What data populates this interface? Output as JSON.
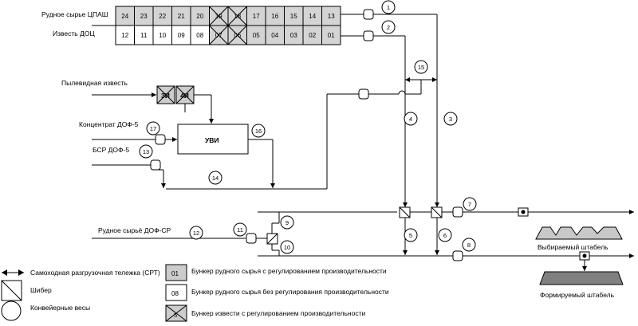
{
  "sources": {
    "ore_cpash": "Рудное сырье ЦПАШ",
    "lime_doc": "Известь ДОЦ",
    "dust_lime": "Пылевидная известь",
    "concentrate": "Концентрат ДОФ-5",
    "bsr": "БСР ДОФ-5",
    "ore_dof_sr": "Рудное сырьё ДОФ-СР"
  },
  "bunkers": {
    "top_row": [
      "24",
      "23",
      "22",
      "21",
      "20",
      "19",
      "18",
      "17",
      "16",
      "15",
      "14",
      "13"
    ],
    "bottom_row": [
      "12",
      "11",
      "10",
      "09",
      "08",
      "07",
      "06",
      "05",
      "04",
      "03",
      "02",
      "01"
    ],
    "lime_bins": [
      "3И",
      "4И"
    ]
  },
  "units": {
    "uvi": "УВИ"
  },
  "conveyors": [
    "1",
    "2",
    "3",
    "4",
    "5",
    "6",
    "7",
    "8",
    "10",
    "11",
    "12",
    "13",
    "14",
    "15",
    "16",
    "17"
  ],
  "conveyor_9": "9",
  "stacks": {
    "reclaimed": "Выбираемый штабель",
    "formed": "Формируемый штабель"
  },
  "legend": {
    "srt": "Самоходная разгрузочная тележка (СРТ)",
    "gate": "Шибер",
    "scales": "Конвейерные весы",
    "bunker_reg_sample": "01",
    "bunker_reg": "Бункер рудного сырья с регулированием производительности",
    "bunker_noreg_sample": "08",
    "bunker_noreg": "Бункер рудного сырья без регулирования производительности",
    "bunker_lime_sample": "5",
    "bunker_lime": "Бункер извести с регулированием производительности"
  }
}
